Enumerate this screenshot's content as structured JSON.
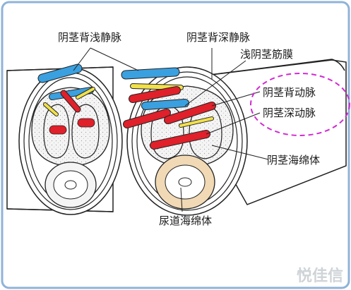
{
  "labels": {
    "superficial_dorsal_vein": "阴茎背浅静脉",
    "deep_dorsal_vein": "阴茎背深静脉",
    "superficial_fascia": "浅阴茎筋膜",
    "dorsal_artery": "阴茎背动脉",
    "deep_artery": "阴茎深动脉",
    "corpus_cavernosum": "阴茎海绵体",
    "corpus_spongiosum": "尿道海绵体"
  },
  "watermark": "悦佳信",
  "colors": {
    "frame_border": "#8fb3d9",
    "artery": "#e0202a",
    "vein": "#3aa0e0",
    "nerve": "#f2e04a",
    "highlight_ellipse": "#d12ad1",
    "spongiosum_fill": "#f1d9b5",
    "tissue": "#f2f2f2"
  }
}
